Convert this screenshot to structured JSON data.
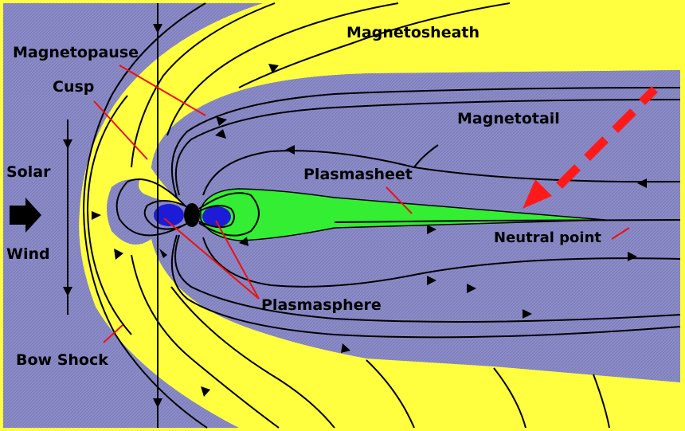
{
  "labels": {
    "magnetosheath": "Magnetosheath",
    "magnetopause": "Magnetopause",
    "cusp": "Cusp",
    "magnetotail": "Magnetotail",
    "solar": "Solar",
    "wind": "Wind",
    "plasmasheet": "Plasmasheet",
    "neutral_point": "Neutral point",
    "plasmasphere": "Plasmasphere",
    "bow_shock": "Bow Shock"
  },
  "colors": {
    "solar_wind_region": "#8c8cc8",
    "magnetosheath": "#ffff40",
    "magnetosphere": "#8c8cc8",
    "plasmasheet": "#33ee33",
    "plasmasphere": "#1c1cd8",
    "earth": "#000000",
    "pointer_lines": "#ee1010",
    "highlight_arrow": "#ff1a1a",
    "field_lines": "#000000",
    "frame": "#ffff40"
  }
}
